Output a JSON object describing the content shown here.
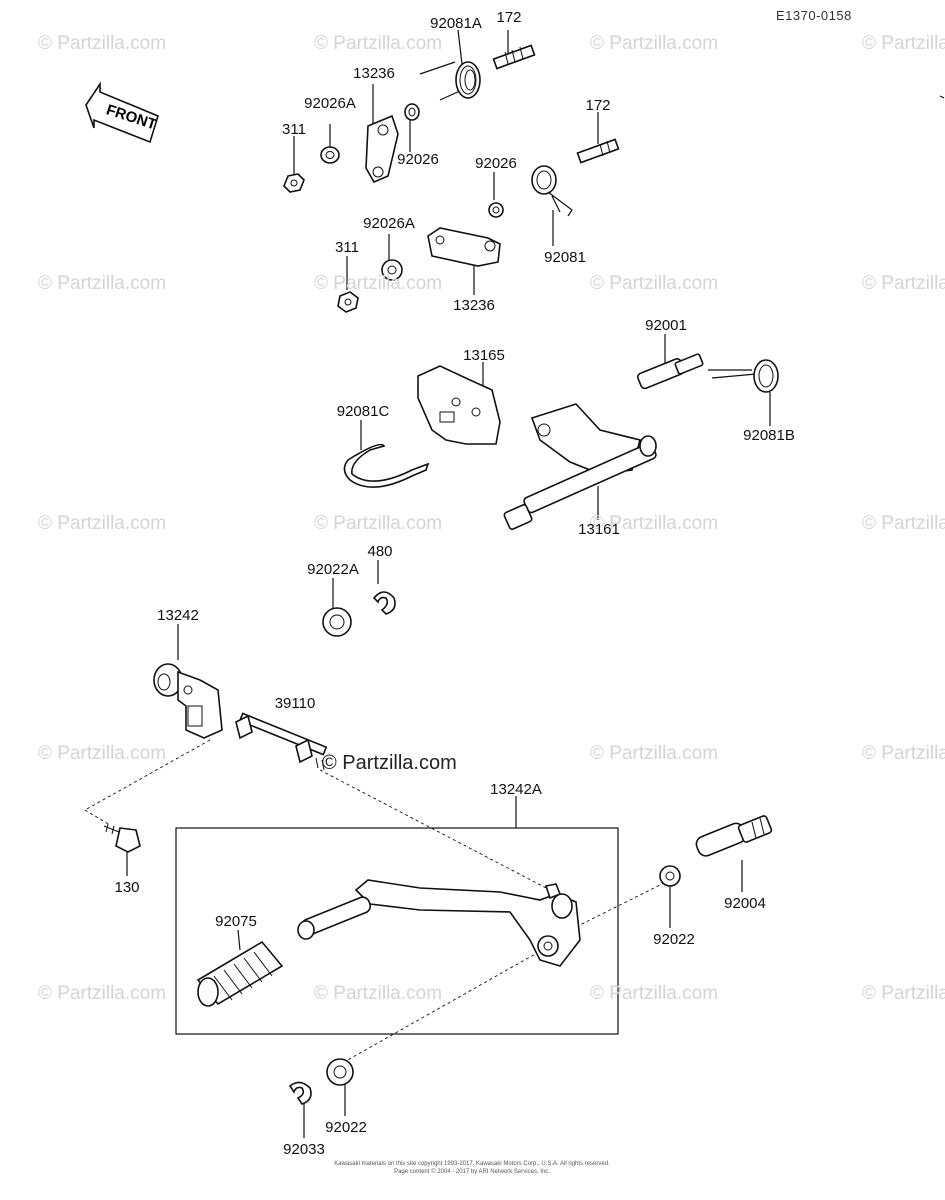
{
  "diagram_code": "E1370-0158",
  "front_label": "FRONT",
  "watermark": "© Partzilla.com",
  "watermark_center": "© Partzilla.com",
  "copyright_lines": [
    "Kawasaki materials on this site copyright 1993-2017. Kawasaki Motors Corp., U.S.A.  All rights reserved.",
    "Page content © 2004 - 2017 by ARI Network Services, Inc."
  ],
  "parts": {
    "p92081A": "92081A",
    "p172a": "172",
    "p13236a": "13236",
    "p92026Aa": "92026A",
    "p311a": "311",
    "p92026a": "92026",
    "p172b": "172",
    "p92026b": "92026",
    "p92081": "92081",
    "p92026Ab": "92026A",
    "p311b": "311",
    "p13236b": "13236",
    "p92001": "92001",
    "p13165": "13165",
    "p92081C": "92081C",
    "p92081B": "92081B",
    "p13161": "13161",
    "p480": "480",
    "p92022A": "92022A",
    "p13242": "13242",
    "p39110": "39110",
    "p13242A": "13242A",
    "p130": "130",
    "p92075": "92075",
    "p92004": "92004",
    "p92022a": "92022",
    "p92033": "92033",
    "p92022b": "92022"
  }
}
